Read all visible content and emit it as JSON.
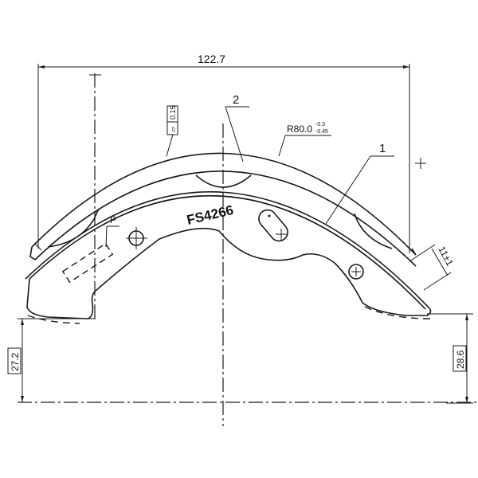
{
  "drawing": {
    "part_number": "FS4266",
    "dimensions": {
      "overall_width": "122.7",
      "left_height": "27.2",
      "right_height": "28.6",
      "lining_thickness": "11±1",
      "radius_main": "R80.0",
      "radius_tol_upper": "-0.3",
      "radius_tol_lower": "-0.45",
      "flatness_value": "0.15",
      "flatness_symbol": "▱"
    },
    "callouts": {
      "item_1": "1",
      "item_2": "2",
      "item_p": "P"
    }
  }
}
